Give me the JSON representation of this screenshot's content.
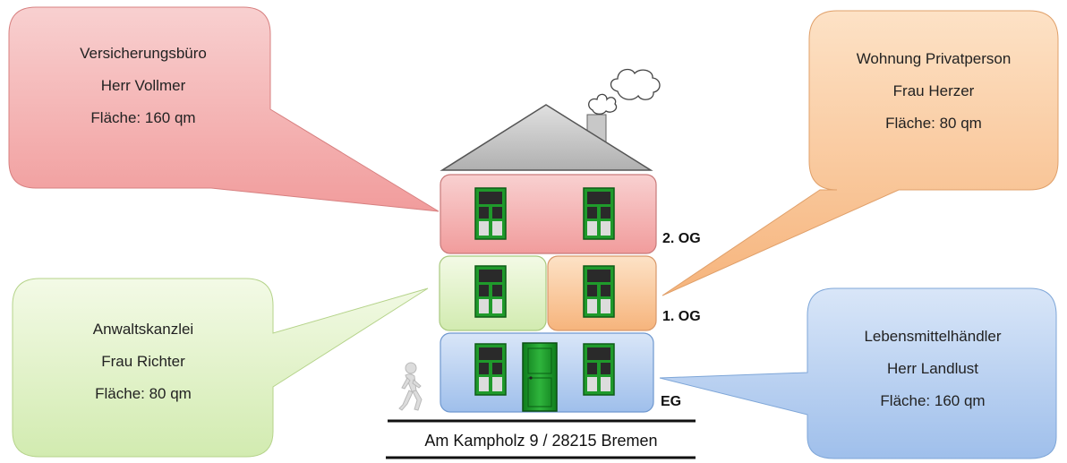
{
  "tenants": {
    "top_left": {
      "line1": "Versicherungsbüro",
      "line2": "Herr Vollmer",
      "line3": "Fläche: 160 qm"
    },
    "top_right": {
      "line1": "Wohnung Privatperson",
      "line2": "Frau Herzer",
      "line3": "Fläche: 80 qm"
    },
    "bottom_left": {
      "line1": "Anwaltskanzlei",
      "line2": "Frau Richter",
      "line3": "Fläche: 80 qm"
    },
    "bottom_right": {
      "line1": "Lebensmittelhändler",
      "line2": "Herr Landlust",
      "line3": "Fläche: 160 qm"
    }
  },
  "floors": {
    "second": "2. OG",
    "first": "1. OG",
    "ground": "EG"
  },
  "address": "Am Kampholz 9 / 28215 Bremen",
  "colors": {
    "red": "#f4b3b3",
    "orange": "#f9c9a0",
    "green": "#e3f3c8",
    "blue": "#bcd3f0",
    "window": "#1f9a2b",
    "roof": "#bdbdbd"
  },
  "icons": [
    "smoke-cloud-icon",
    "walking-person-icon",
    "door-icon",
    "window-icon"
  ]
}
